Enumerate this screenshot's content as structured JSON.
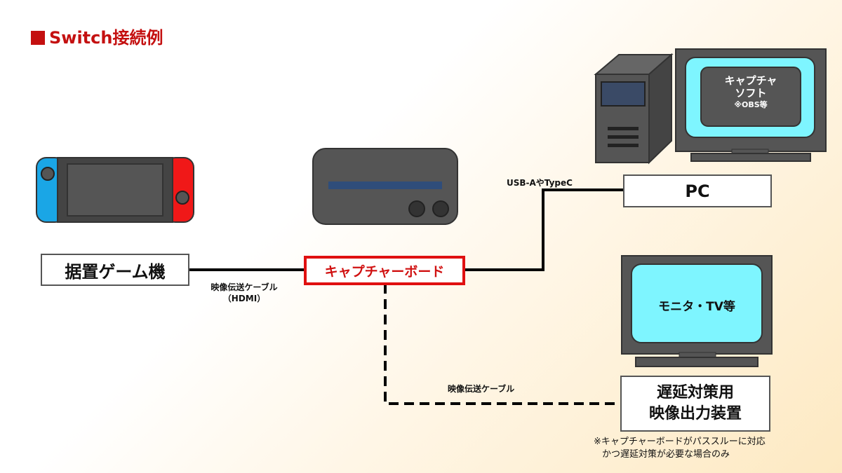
{
  "title": "Switch接続例",
  "nodes": {
    "console": "据置ゲーム機",
    "capture_board": "キャプチャーボード",
    "pc": "PC",
    "delay_device_line1": "遅延対策用",
    "delay_device_line2": "映像出力装置"
  },
  "pc_screen": {
    "line1": "キャプチャ",
    "line2": "ソフト",
    "line3": "※OBS等"
  },
  "monitor_screen": "モニタ・TV等",
  "cables": {
    "hdmi_line1": "映像伝送ケーブル",
    "hdmi_line2": "（HDMI）",
    "usb": "USB-AやTypeC",
    "video_dashed": "映像伝送ケーブル"
  },
  "footnote": {
    "line1": "※キャプチャーボードがパススルーに対応",
    "line2": "かつ遅延対策が必要な場合のみ"
  },
  "colors": {
    "title_red": "#c41010",
    "capture_border": "#e01010",
    "screen_cyan": "#7ef5ff",
    "joycon_left": "#1aa6e6",
    "joycon_right": "#f01818",
    "device_gray": "#555555"
  }
}
